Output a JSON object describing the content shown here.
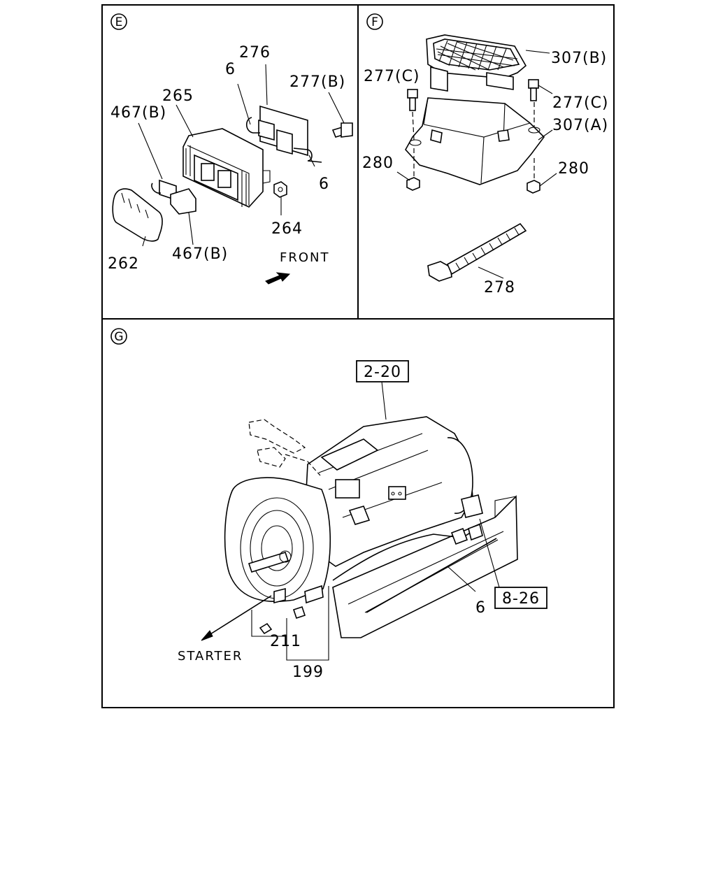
{
  "panels": {
    "e": {
      "marker": "E",
      "labels": {
        "p276": "276",
        "p6_top": "6",
        "p277b": "277(B)",
        "p265": "265",
        "p467b_top": "467(B)",
        "p6_bottom": "6",
        "p264": "264",
        "p262": "262",
        "p467b_bottom": "467(B)"
      },
      "front_label": "FRONT"
    },
    "f": {
      "marker": "F",
      "labels": {
        "p307b": "307(B)",
        "p277c_left": "277(C)",
        "p277c_right": "277(C)",
        "p307a": "307(A)",
        "p280_left": "280",
        "p280_right": "280",
        "p278": "278"
      }
    },
    "g": {
      "marker": "G",
      "labels": {
        "ref_2_20": "2-20",
        "ref_8_26": "8-26",
        "p6": "6",
        "p211": "211",
        "p199": "199",
        "starter": "STARTER"
      }
    }
  }
}
